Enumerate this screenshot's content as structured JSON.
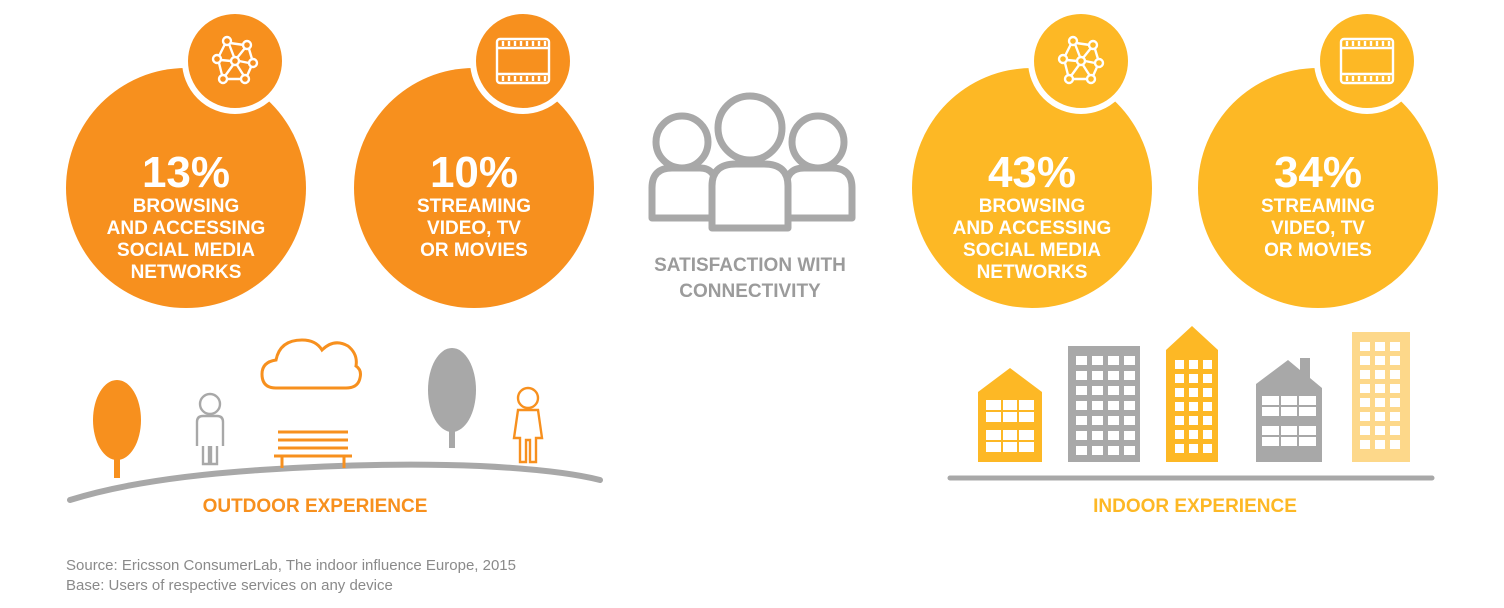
{
  "colors": {
    "outdoor": "#f7901e",
    "indoor": "#fdb825",
    "indoor_light": "#fdd88a",
    "gray": "#a8a8a8",
    "text_gray": "#8a8a8a"
  },
  "chart_data": {
    "type": "table",
    "title": "",
    "center_label": "SATISFACTION WITH CONNECTIVITY",
    "groups": [
      {
        "name": "OUTDOOR EXPERIENCE",
        "stats": [
          {
            "value": 13,
            "display": "13%",
            "label": "BROWSING AND ACCESSING SOCIAL MEDIA NETWORKS",
            "icon": "network-icon"
          },
          {
            "value": 10,
            "display": "10%",
            "label": "STREAMING VIDEO, TV OR MOVIES",
            "icon": "film-icon"
          }
        ]
      },
      {
        "name": "INDOOR EXPERIENCE",
        "stats": [
          {
            "value": 43,
            "display": "43%",
            "label": "BROWSING AND ACCESSING SOCIAL MEDIA NETWORKS",
            "icon": "network-icon"
          },
          {
            "value": 34,
            "display": "34%",
            "label": "STREAMING VIDEO, TV OR MOVIES",
            "icon": "film-icon"
          }
        ]
      }
    ]
  },
  "labels": {
    "o1": [
      "BROWSING",
      "AND ACCESSING",
      "SOCIAL MEDIA",
      "NETWORKS"
    ],
    "o2": [
      "STREAMING",
      "VIDEO, TV",
      "OR MOVIES"
    ],
    "i1": [
      "BROWSING",
      "AND ACCESSING",
      "SOCIAL MEDIA",
      "NETWORKS"
    ],
    "i2": [
      "STREAMING",
      "VIDEO, TV",
      "OR MOVIES"
    ],
    "center": [
      "SATISFACTION WITH",
      "CONNECTIVITY"
    ]
  },
  "source": {
    "line1": "Source: Ericsson ConsumerLab, The indoor influence Europe, 2015",
    "line2": "Base: Users of respective services on any device"
  }
}
